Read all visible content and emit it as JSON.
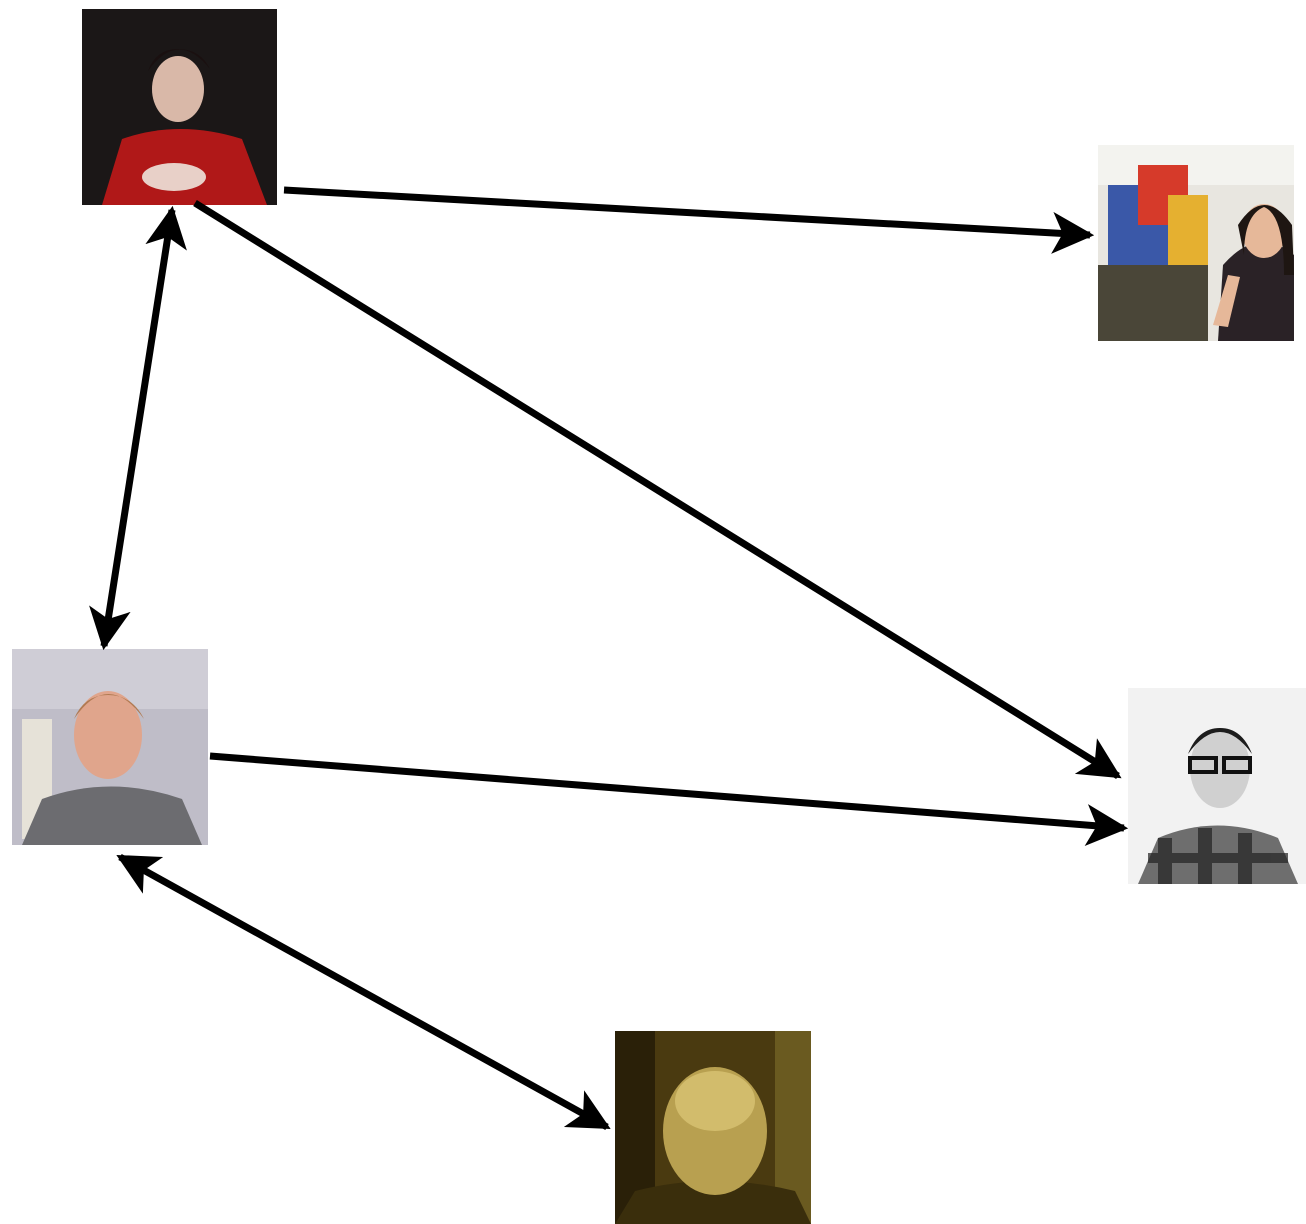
{
  "nodes": [
    {
      "id": "person-red-shirt",
      "description_hidden": true
    },
    {
      "id": "person-woman-pointing"
    },
    {
      "id": "person-smiling-man"
    },
    {
      "id": "person-glasses-plaid"
    },
    {
      "id": "person-sepia-man"
    }
  ],
  "edges": [
    {
      "from": "person-red-shirt",
      "to": "person-woman-pointing",
      "direction": "forward"
    },
    {
      "from": "person-red-shirt",
      "to": "person-glasses-plaid",
      "direction": "forward"
    },
    {
      "from": "person-red-shirt",
      "to": "person-smiling-man",
      "direction": "both"
    },
    {
      "from": "person-smiling-man",
      "to": "person-glasses-plaid",
      "direction": "forward"
    },
    {
      "from": "person-smiling-man",
      "to": "person-sepia-man",
      "direction": "both"
    }
  ],
  "colors": {
    "arrow": "#000000",
    "background": "#ffffff"
  }
}
